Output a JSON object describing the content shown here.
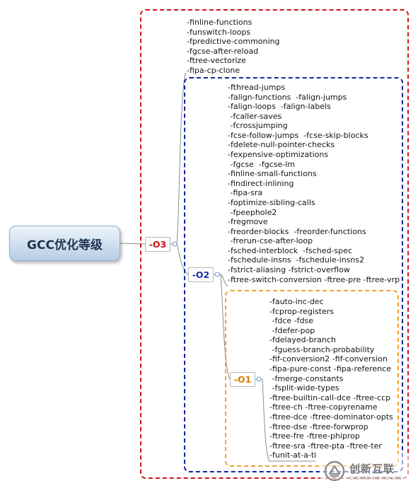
{
  "root": {
    "label": "GCC优化等级"
  },
  "levels": {
    "o3": {
      "label": "-O3",
      "color": "#cc1111",
      "flags": [
        "-finline-functions",
        "-funswitch-loops",
        "-fpredictive-commoning",
        "-fgcse-after-reload",
        "-ftree-vectorize",
        "-fipa-cp-clone"
      ]
    },
    "o2": {
      "label": "-O2",
      "color": "#1a2ea0",
      "flags": [
        "-fthread-jumps",
        "-falign-functions  -falign-jumps",
        "-falign-loops  -falign-labels",
        " -fcaller-saves",
        " -fcrossjumping",
        "-fcse-follow-jumps  -fcse-skip-blocks",
        "-fdelete-null-pointer-checks",
        "-fexpensive-optimizations",
        " -fgcse  -fgcse-lm",
        "-finline-small-functions",
        "-findirect-inlining",
        " -fipa-sra",
        "-foptimize-sibling-calls",
        " -fpeephole2",
        "-fregmove",
        "-freorder-blocks  -freorder-functions",
        " -frerun-cse-after-loop",
        "-fsched-interblock  -fsched-spec",
        "-fschedule-insns  -fschedule-insns2",
        "-fstrict-aliasing -fstrict-overflow",
        "-ftree-switch-conversion -ftree-pre -ftree-vrp"
      ]
    },
    "o1": {
      "label": "-O1",
      "color": "#e07b00",
      "flags": [
        "-fauto-inc-dec",
        "-fcprop-registers",
        " -fdce -fdse",
        " -fdefer-pop",
        "-fdelayed-branch",
        " -fguess-branch-probability",
        "-fif-conversion2 -fif-conversion",
        "-fipa-pure-const -fipa-reference",
        " -fmerge-constants",
        " -fsplit-wide-types",
        "-ftree-builtin-call-dce -ftree-ccp",
        "-ftree-ch -ftree-copyrename",
        "-ftree-dce -ftree-dominator-opts",
        "-ftree-dse -ftree-forwprop",
        "-ftree-fre -ftree-phiprop",
        "-ftree-sra -ftree-pta -ftree-ter",
        "-funit-at-a-ti"
      ]
    }
  },
  "watermark": {
    "text_cn": "创新互联",
    "text_en": "CHUANG XIN HU LIAN"
  }
}
